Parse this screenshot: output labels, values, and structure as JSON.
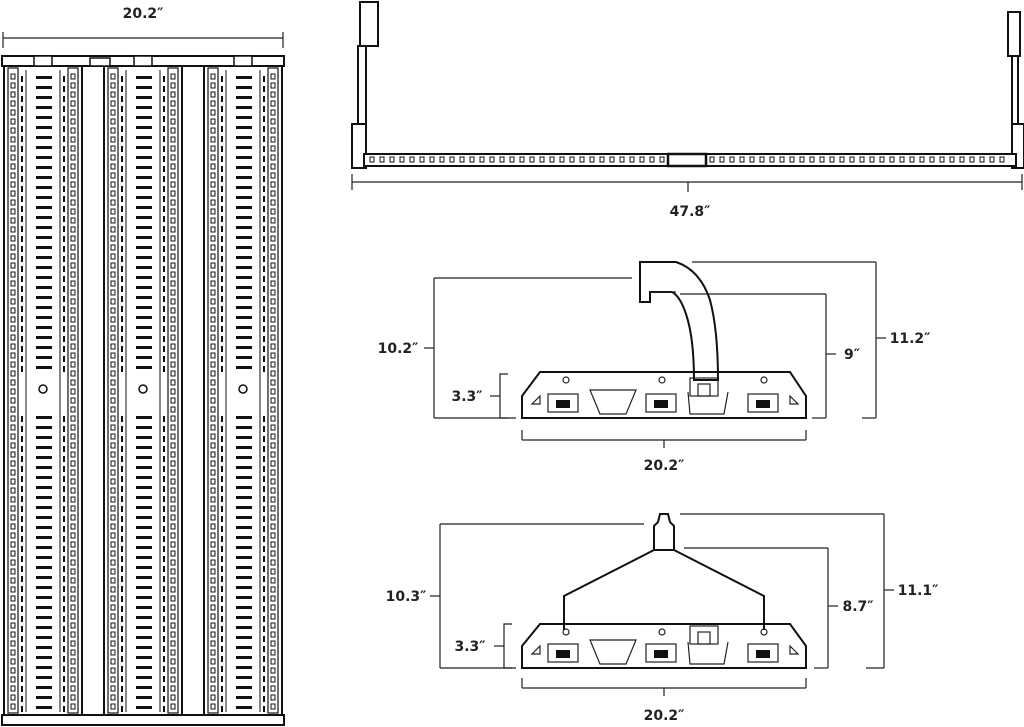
{
  "front_view": {
    "width_label": "20.2″"
  },
  "top_view": {
    "length_label": "47.8″"
  },
  "side_view_hook": {
    "total_height_label": "10.2″",
    "body_height_label": "3.3″",
    "hook_height_label": "9″",
    "overall_height_label": "11.2″",
    "width_label": "20.2″"
  },
  "side_view_yoke": {
    "total_height_label": "10.3″",
    "body_height_label": "3.3″",
    "hook_height_label": "8.7″",
    "overall_height_label": "11.1″",
    "width_label": "20.2″"
  }
}
